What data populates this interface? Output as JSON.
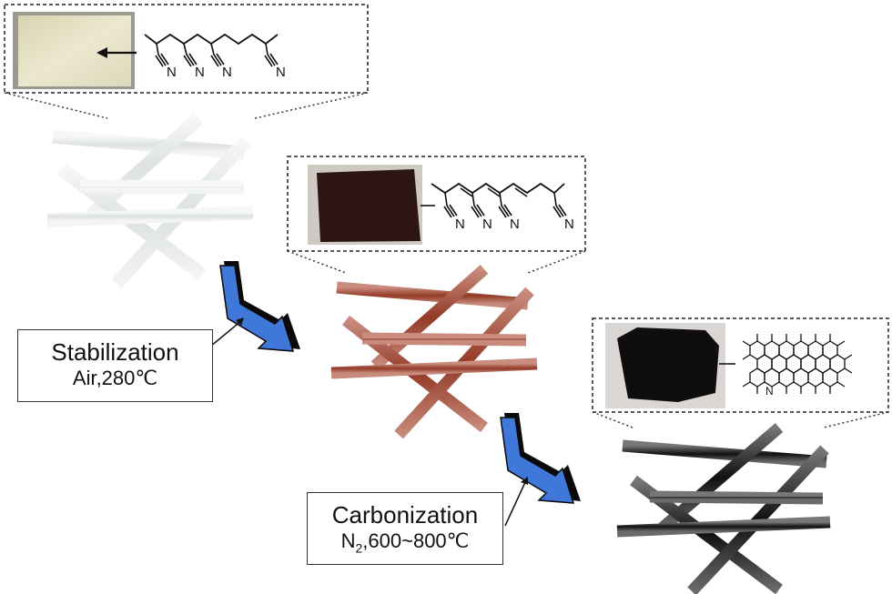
{
  "steps": {
    "stabilization": {
      "title": "Stabilization",
      "cond_prefix": "Air,280",
      "cond_unit": "℃"
    },
    "carbonization": {
      "title": "Carbonization",
      "cond_prefix": "N",
      "cond_sub": "2",
      "cond_suffix": ",600~800",
      "cond_unit": "℃"
    }
  },
  "atom_labels": {
    "nitrogen": "N"
  },
  "colors": {
    "precursor_fiber": "#e3e6e6",
    "stabilized_fiber": "#a24a35",
    "carbon_fiber": "#1c1c1c",
    "arrow_fill": "#3f78d8",
    "arrow_shadow": "#0a0a0a",
    "photo_precursor": "#e8e4c8",
    "photo_stabilized": "#2d1611",
    "photo_carbon": "#0f0d0d"
  },
  "icons": {
    "process_arrow": "curved-arrow-icon"
  }
}
